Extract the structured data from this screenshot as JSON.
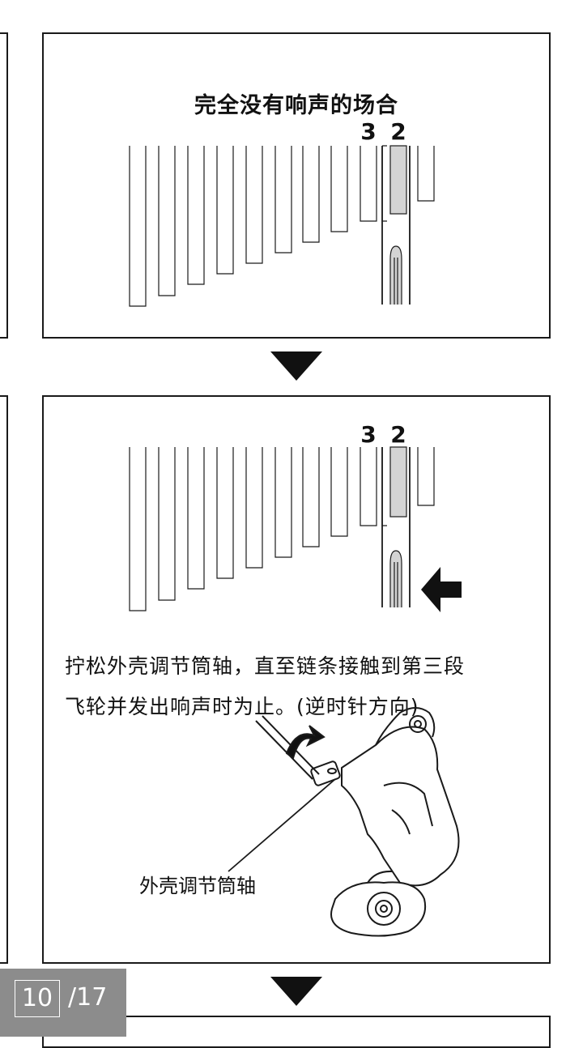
{
  "panel_top": {
    "title": "完全没有响声的场合",
    "gear_labels": [
      "3",
      "2"
    ]
  },
  "panel_middle": {
    "gear_labels": [
      "3",
      "2"
    ],
    "instruction_line1": "拧松外壳调节筒轴，直至链条接触到第三段",
    "instruction_line2": "飞轮并发出响声时为止。(逆时针方向)",
    "callout_label": "外壳调节筒轴"
  },
  "pagination": {
    "current": "10",
    "total": "/17"
  },
  "colors": {
    "line": "#1a1a1a",
    "highlight_cog": "#d4d4d4",
    "page_indicator_bg": "#8c8c8c"
  }
}
